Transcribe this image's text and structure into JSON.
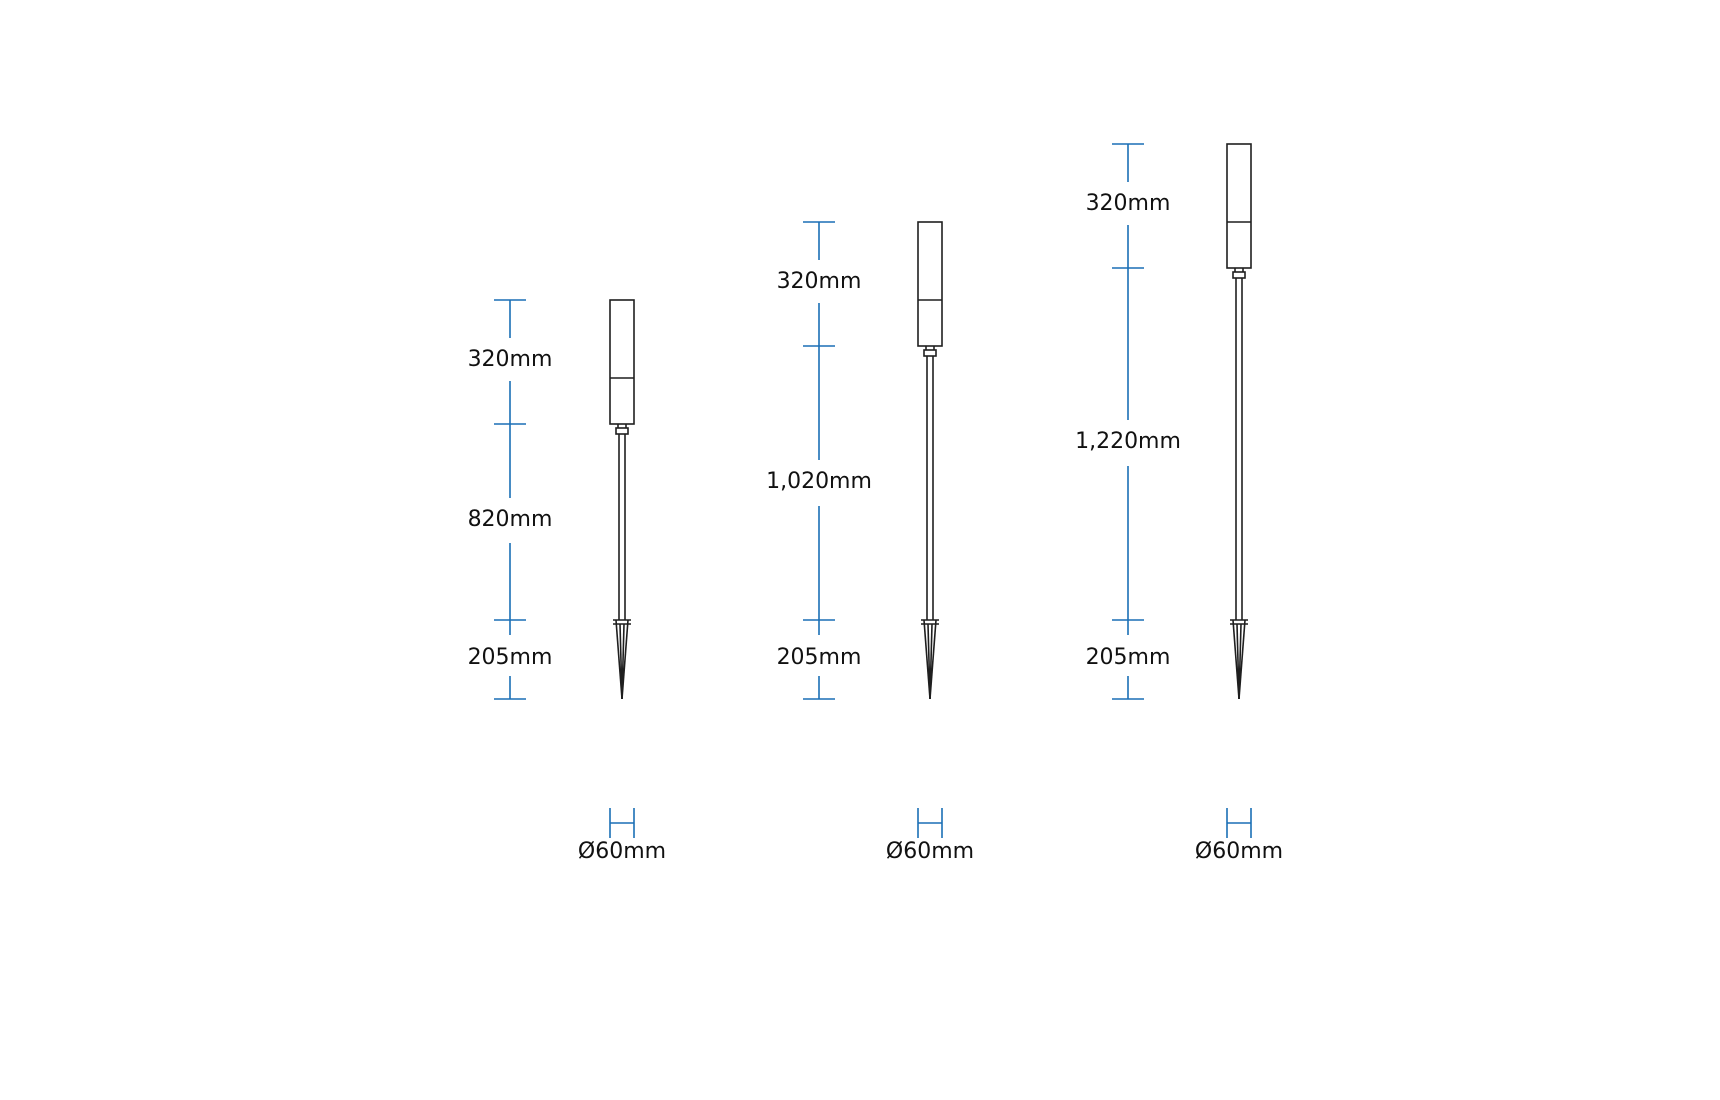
{
  "colors": {
    "dimension": "#1a6fb5",
    "outline": "#1f1f1f",
    "text": "#111111",
    "background": "#ffffff"
  },
  "fixtures": [
    {
      "head": "320mm",
      "pole": "820mm",
      "spike": "205mm",
      "diameter": "Ø60mm"
    },
    {
      "head": "320mm",
      "pole": "1,020mm",
      "spike": "205mm",
      "diameter": "Ø60mm"
    },
    {
      "head": "320mm",
      "pole": "1,220mm",
      "spike": "205mm",
      "diameter": "Ø60mm"
    }
  ]
}
